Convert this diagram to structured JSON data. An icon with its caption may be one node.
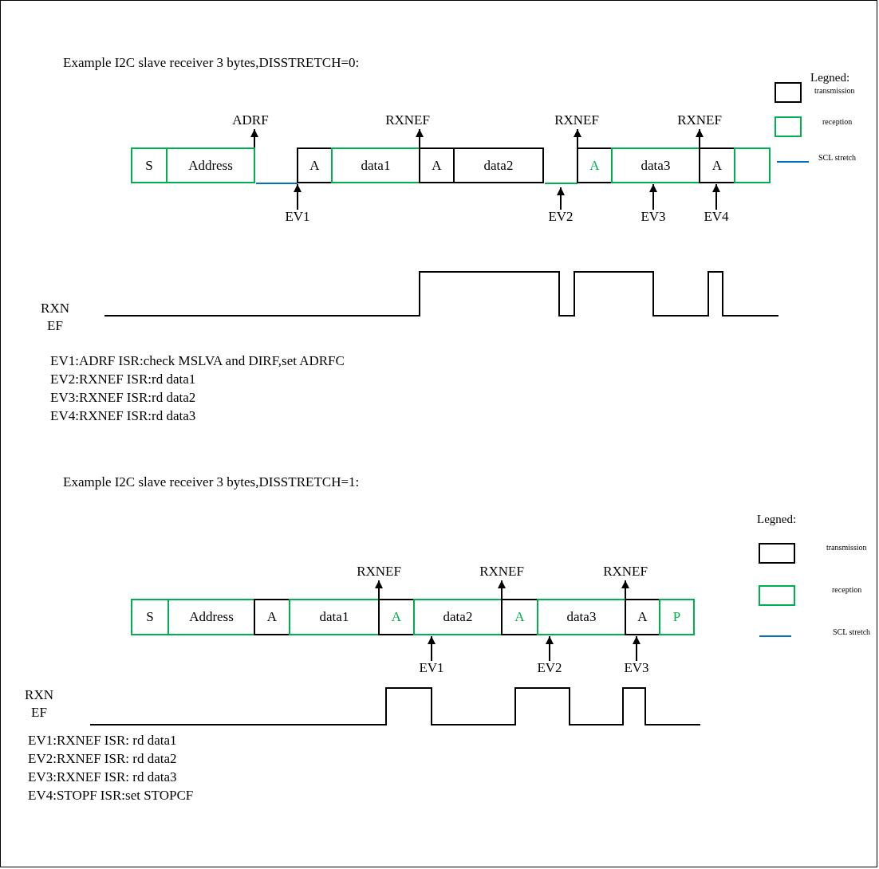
{
  "diagram": {
    "nodes": [
      {
        "text": [
          "S"
        ]
      },
      {
        "text": [
          "Address"
        ]
      },
      {
        "text": [
          "A"
        ]
      },
      {
        "text": [
          "data1"
        ]
      },
      {
        "text": [
          "A"
        ]
      },
      {
        "text": [
          "data2"
        ]
      },
      {
        "text": [
          "A"
        ]
      },
      {
        "text": [
          "data3"
        ]
      },
      {
        "text": [
          "A"
        ]
      },
      {
        "text": [],
        "shape": "box"
      },
      {
        "text": [
          "ADRF"
        ]
      },
      {
        "text": [
          "RXNEF"
        ]
      },
      {
        "text": [
          "RXNEF"
        ]
      },
      {
        "text": [
          "RXNEF"
        ]
      },
      {
        "text": [
          "EV1"
        ]
      },
      {
        "text": [
          "EV2"
        ]
      },
      {
        "text": [
          "EV3"
        ]
      },
      {
        "text": [
          "EV4"
        ]
      },
      {
        "text": [
          "S"
        ]
      },
      {
        "text": [
          "Address"
        ]
      },
      {
        "text": [
          "A"
        ]
      },
      {
        "text": [
          "data1"
        ]
      },
      {
        "text": [
          "A"
        ]
      },
      {
        "text": [
          "data2"
        ]
      },
      {
        "text": [
          "A"
        ]
      },
      {
        "text": [
          "data3"
        ]
      },
      {
        "text": [
          "A"
        ]
      },
      {
        "text": [
          "P"
        ]
      },
      {
        "text": [
          "RXNEF"
        ]
      },
      {
        "text": [
          "RXNEF"
        ]
      },
      {
        "text": [
          "RXNEF"
        ]
      },
      {
        "text": [
          "EV1"
        ]
      },
      {
        "text": [
          "EV2"
        ]
      },
      {
        "text": [
          "EV3"
        ]
      }
    ],
    "edges": [
      {
        "from": 1,
        "to": 10,
        "arrow": "to"
      },
      {
        "from": 3,
        "to": 11,
        "arrow": "to"
      },
      {
        "from": 6,
        "to": 12,
        "arrow": "to"
      },
      {
        "from": 8,
        "to": 13,
        "arrow": "to"
      },
      {
        "from": 14,
        "to": 2,
        "arrow": "to"
      },
      {
        "from": 15,
        "to": null,
        "arrow": "to"
      },
      {
        "from": 16,
        "to": 7,
        "arrow": "to"
      },
      {
        "from": 17,
        "to": 8,
        "arrow": "to"
      },
      {
        "from": 22,
        "to": 28,
        "arrow": "to"
      },
      {
        "from": 24,
        "to": 29,
        "arrow": "to"
      },
      {
        "from": 26,
        "to": 30,
        "arrow": "to"
      },
      {
        "from": 31,
        "to": 23,
        "arrow": "to"
      },
      {
        "from": 32,
        "to": 25,
        "arrow": "to"
      },
      {
        "from": 33,
        "to": 26,
        "arrow": "to"
      },
      {
        "from": 1,
        "to": 2,
        "arrow": "none",
        "color": "#0070c0"
      },
      {
        "from": 5,
        "to": 6,
        "arrow": "none",
        "color": "#00b050"
      }
    ],
    "labels": [
      "Example I2C slave receiver 3 bytes,DISSTRETCH=0:",
      "Legned:",
      "RXNEF",
      "EV1:ADRF ISR:check MSLVA and DIRF,set ADRFC",
      "EV2:RXNEF ISR:rd data1",
      "EV3:RXNEF ISR:rd data2",
      "EV4:RXNEF ISR:rd data3",
      "Example I2C slave receiver 3 bytes,DISSTRETCH=1:",
      "Legned:",
      "RXNEF",
      "EV1:RXNEF ISR: rd data1",
      "EV2:RXNEF ISR: rd data2",
      "EV3:RXNEF ISR: rd data3",
      "EV4:STOPF ISR:set STOPCF"
    ],
    "legend": [
      {
        "text": "transmission"
      },
      {
        "text": "reception"
      },
      {
        "text": "SCL stretch"
      },
      {
        "text": "transmission"
      },
      {
        "text": "reception"
      },
      {
        "text": "SCL stretch"
      }
    ]
  }
}
